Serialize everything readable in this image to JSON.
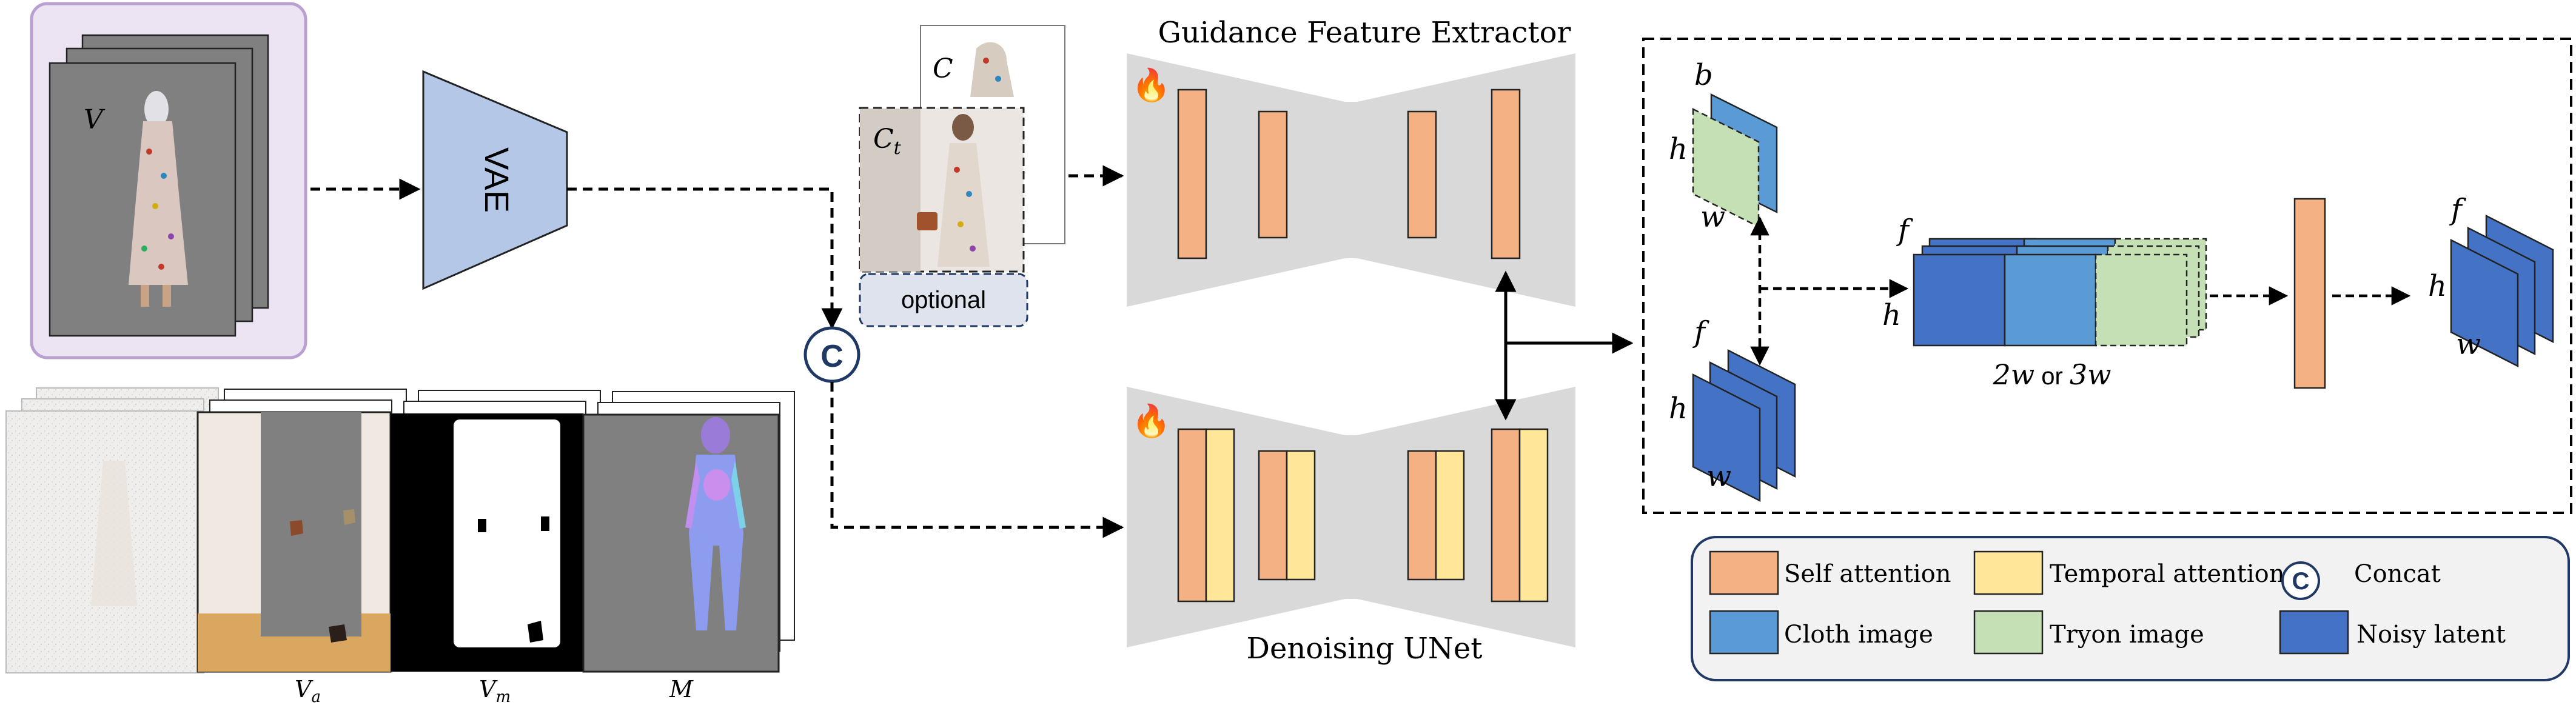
{
  "inputs": {
    "video_label": "V",
    "vae_label": "VAE",
    "concat_symbol": "C"
  },
  "cloth": {
    "label_c": "C",
    "label_ct_main": "C",
    "label_ct_sub": "t",
    "optional_label": "optional"
  },
  "condition_stack": {
    "va_main": "V",
    "va_sub": "a",
    "vm_main": "V",
    "vm_sub": "m",
    "m_label": "M"
  },
  "networks": {
    "guidance_title": "Guidance Feature Extractor",
    "denoising_title": "Denoising UNet",
    "fire_icon": "fire-icon"
  },
  "attention_detail": {
    "b": "b",
    "h": "h",
    "w": "w",
    "f": "f",
    "width_label_a": "2w",
    "width_label_or": " or ",
    "width_label_b": "3w"
  },
  "legend": {
    "items": [
      {
        "label": "Self attention",
        "color": "#f4b183"
      },
      {
        "label": "Temporal attention",
        "color": "#ffe699"
      },
      {
        "label": "Concat",
        "color": "#ffffff"
      },
      {
        "label": "Cloth image",
        "color": "#5b9bd5"
      },
      {
        "label": "Tryon image",
        "color": "#c5e0b4"
      },
      {
        "label": "Noisy latent",
        "color": "#4472c4"
      }
    ]
  },
  "colors": {
    "self_attention": "#f4b183",
    "temporal_attention": "#ffe699",
    "cloth_image": "#5b9bd5",
    "tryon_image": "#c5e0b4",
    "noisy_latent": "#4472c4",
    "vae": "#b4c7e7",
    "network_bg": "#d9d9d9",
    "video_frame": "#808080",
    "video_panel": "#ede4f3",
    "video_panel_border": "#b9a0cf"
  }
}
